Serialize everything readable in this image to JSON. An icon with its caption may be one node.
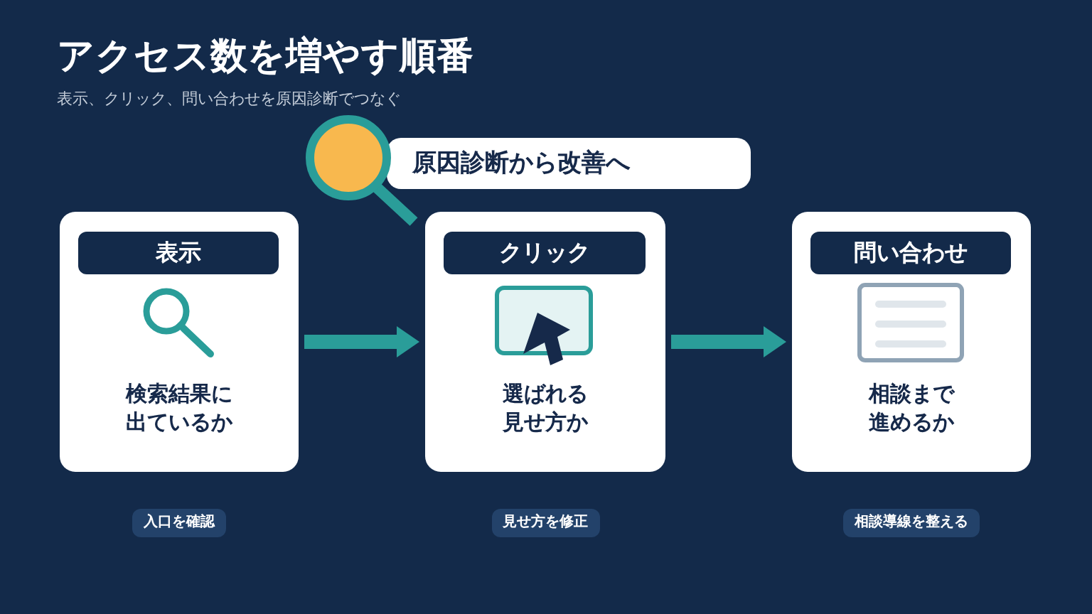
{
  "diagram": {
    "title": "アクセス数を増やす順番",
    "caption": "表示、クリック、問い合わせを原因診断でつなぐ",
    "nodes": [
      {
        "text": [
          "原因診断から改善へ"
        ]
      },
      {
        "text": [
          "表示",
          "検索結果に出ているか"
        ],
        "beside": [
          "入口を確認"
        ]
      },
      {
        "text": [
          "クリック",
          "選ばれる見せ方か"
        ],
        "beside": [
          "見せ方を修正"
        ]
      },
      {
        "text": [
          "問い合わせ",
          "相談まで進めるか"
        ],
        "beside": [
          "相談導線を整える"
        ]
      }
    ],
    "edges": [
      {
        "from": 1,
        "to": 2,
        "arrow": "to"
      },
      {
        "from": 2,
        "to": 3,
        "arrow": "to"
      }
    ]
  }
}
